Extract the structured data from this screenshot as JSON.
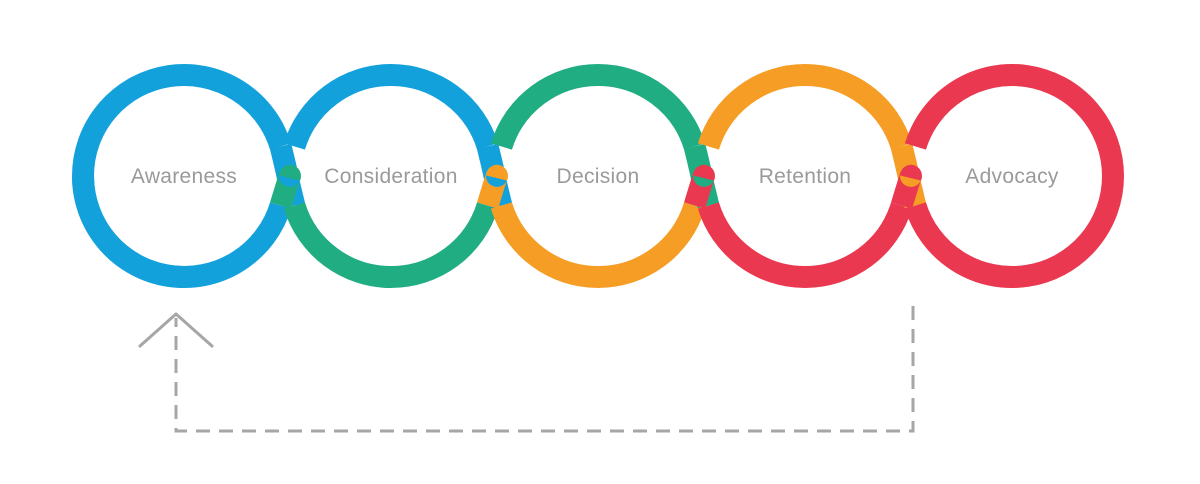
{
  "stages": [
    {
      "label": "Awareness",
      "top_color": "#13a1dc",
      "bottom_color": "#13a1dc"
    },
    {
      "label": "Consideration",
      "top_color": "#13a1dc",
      "bottom_color": "#20ad82"
    },
    {
      "label": "Decision",
      "top_color": "#20ad82",
      "bottom_color": "#f59d25"
    },
    {
      "label": "Retention",
      "top_color": "#f59d25",
      "bottom_color": "#e9384f"
    },
    {
      "label": "Advocacy",
      "top_color": "#e9384f",
      "bottom_color": "#e9384f"
    }
  ],
  "loop_arrow": {
    "from": "Advocacy",
    "to": "Awareness",
    "style": "dashed",
    "color": "#a6a6a6"
  }
}
